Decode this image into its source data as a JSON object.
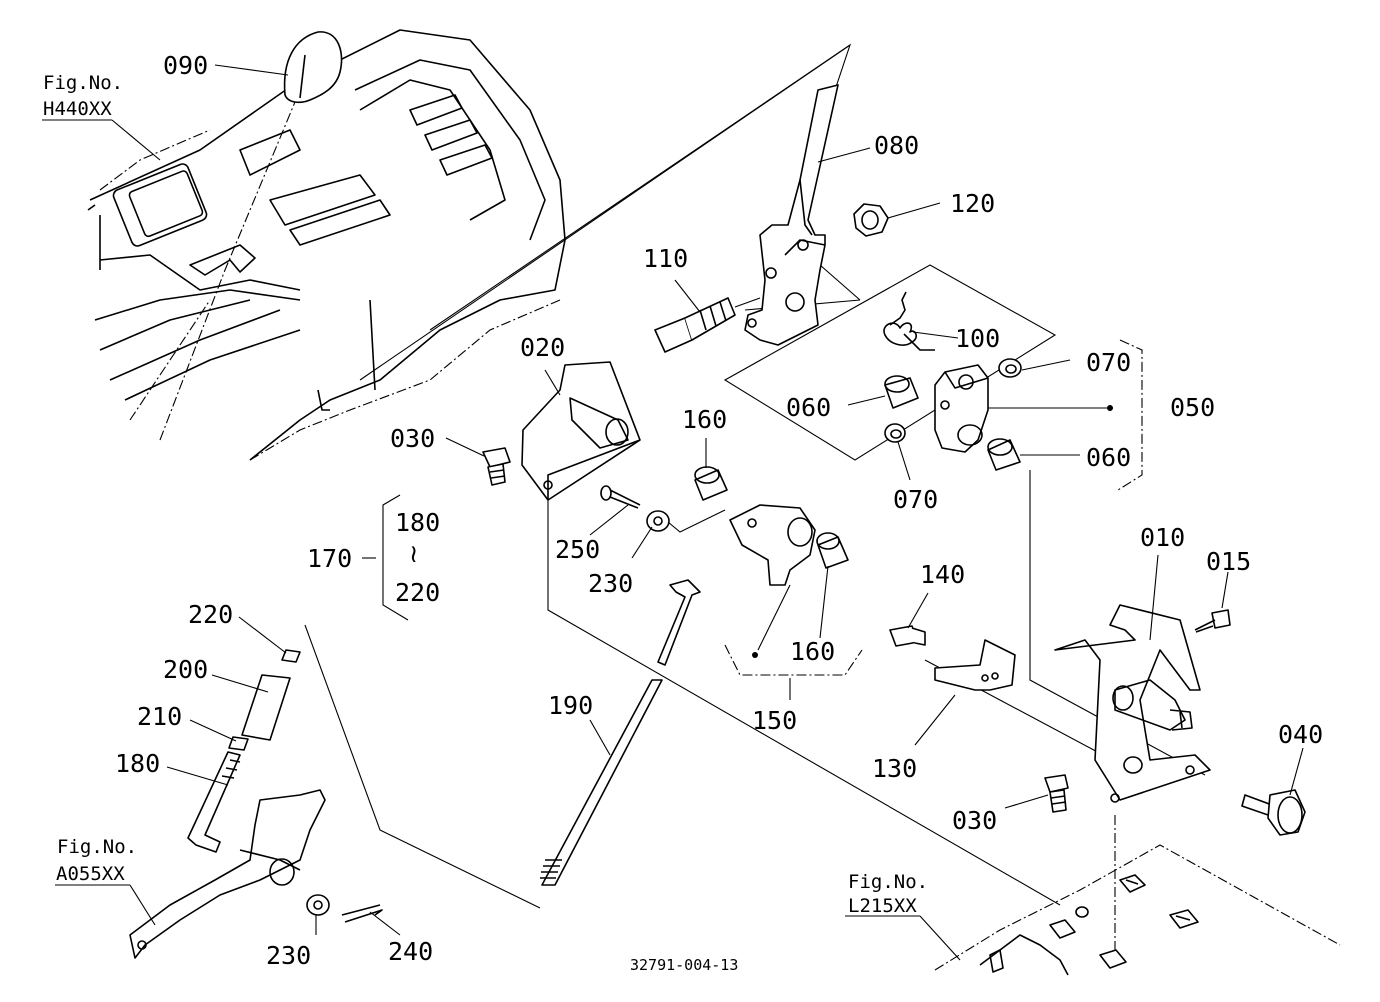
{
  "part_labels": {
    "p090": "090",
    "p080": "080",
    "p120": "120",
    "p110": "110",
    "p100": "100",
    "p070a": "070",
    "p050": "050",
    "p060a": "060",
    "p060b": "060",
    "p070b": "070",
    "p020": "020",
    "p030a": "030",
    "p160a": "160",
    "p180": "180",
    "p170": "170",
    "p220a": "220",
    "p250": "250",
    "p230a": "230",
    "p160b": "160",
    "p150": "150",
    "p140": "140",
    "p010": "010",
    "p015": "015",
    "p220b": "220",
    "p200": "200",
    "p210": "210",
    "p180b": "180",
    "p190": "190",
    "p130": "130",
    "p040": "040",
    "p030b": "030",
    "p230b": "230",
    "p240": "240"
  },
  "range_symbol": "≀",
  "figure_refs": {
    "ref1": {
      "title": "Fig.No.",
      "code": "H440XX"
    },
    "ref2": {
      "title": "Fig.No.",
      "code": "A055XX"
    },
    "ref3": {
      "title": "Fig.No.",
      "code": "L215XX"
    }
  },
  "drawing_number": "32791-004-13"
}
